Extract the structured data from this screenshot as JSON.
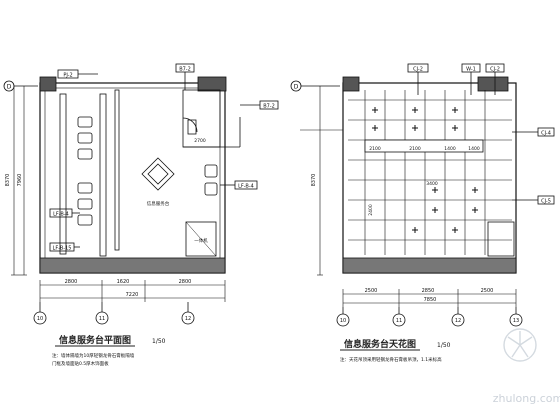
{
  "left_plan": {
    "title": "信息服务台平面图",
    "scale": "1/50",
    "note_line1": "注：墙体隔墙为10厚轻钢龙骨石膏板隔墙",
    "note_line2": "门框及墙面贴0.5厚木饰面板",
    "dims_bottom": [
      "2800",
      "1620",
      "2800"
    ],
    "dim_total": "7220",
    "dim_left_outer": "8370",
    "dim_left_inner": "7960",
    "axes_bottom": [
      "10",
      "11",
      "12"
    ],
    "axis_side": "D",
    "tags": [
      "PJ-2",
      "B7-2",
      "B7-2",
      "LF-B-4",
      "LF-B-4",
      "LF-B-15"
    ],
    "label_kiosk": "一体机",
    "door_dim": "2700",
    "label_room": "信息服务台"
  },
  "right_plan": {
    "title": "信息服务台天花图",
    "scale": "1/50",
    "note_line1": "注：天花吊顶采用轻钢龙骨石膏板吊顶，1.1米标高",
    "dims_bottom": [
      "2500",
      "2850",
      "2500"
    ],
    "dim_total": "7850",
    "dim_left": "8370",
    "dims_ceiling": [
      "2100",
      "2100",
      "1400",
      "1400"
    ],
    "dim_ceiling_h": "2400",
    "axes_bottom": [
      "10",
      "11",
      "12",
      "13"
    ],
    "axis_side": "D",
    "tags": [
      "CJ-2",
      "W-1",
      "CJ-2",
      "CJ-4",
      "CJ-5"
    ],
    "label_center": "3400"
  },
  "watermark": {
    "text": "zhulong.com"
  }
}
